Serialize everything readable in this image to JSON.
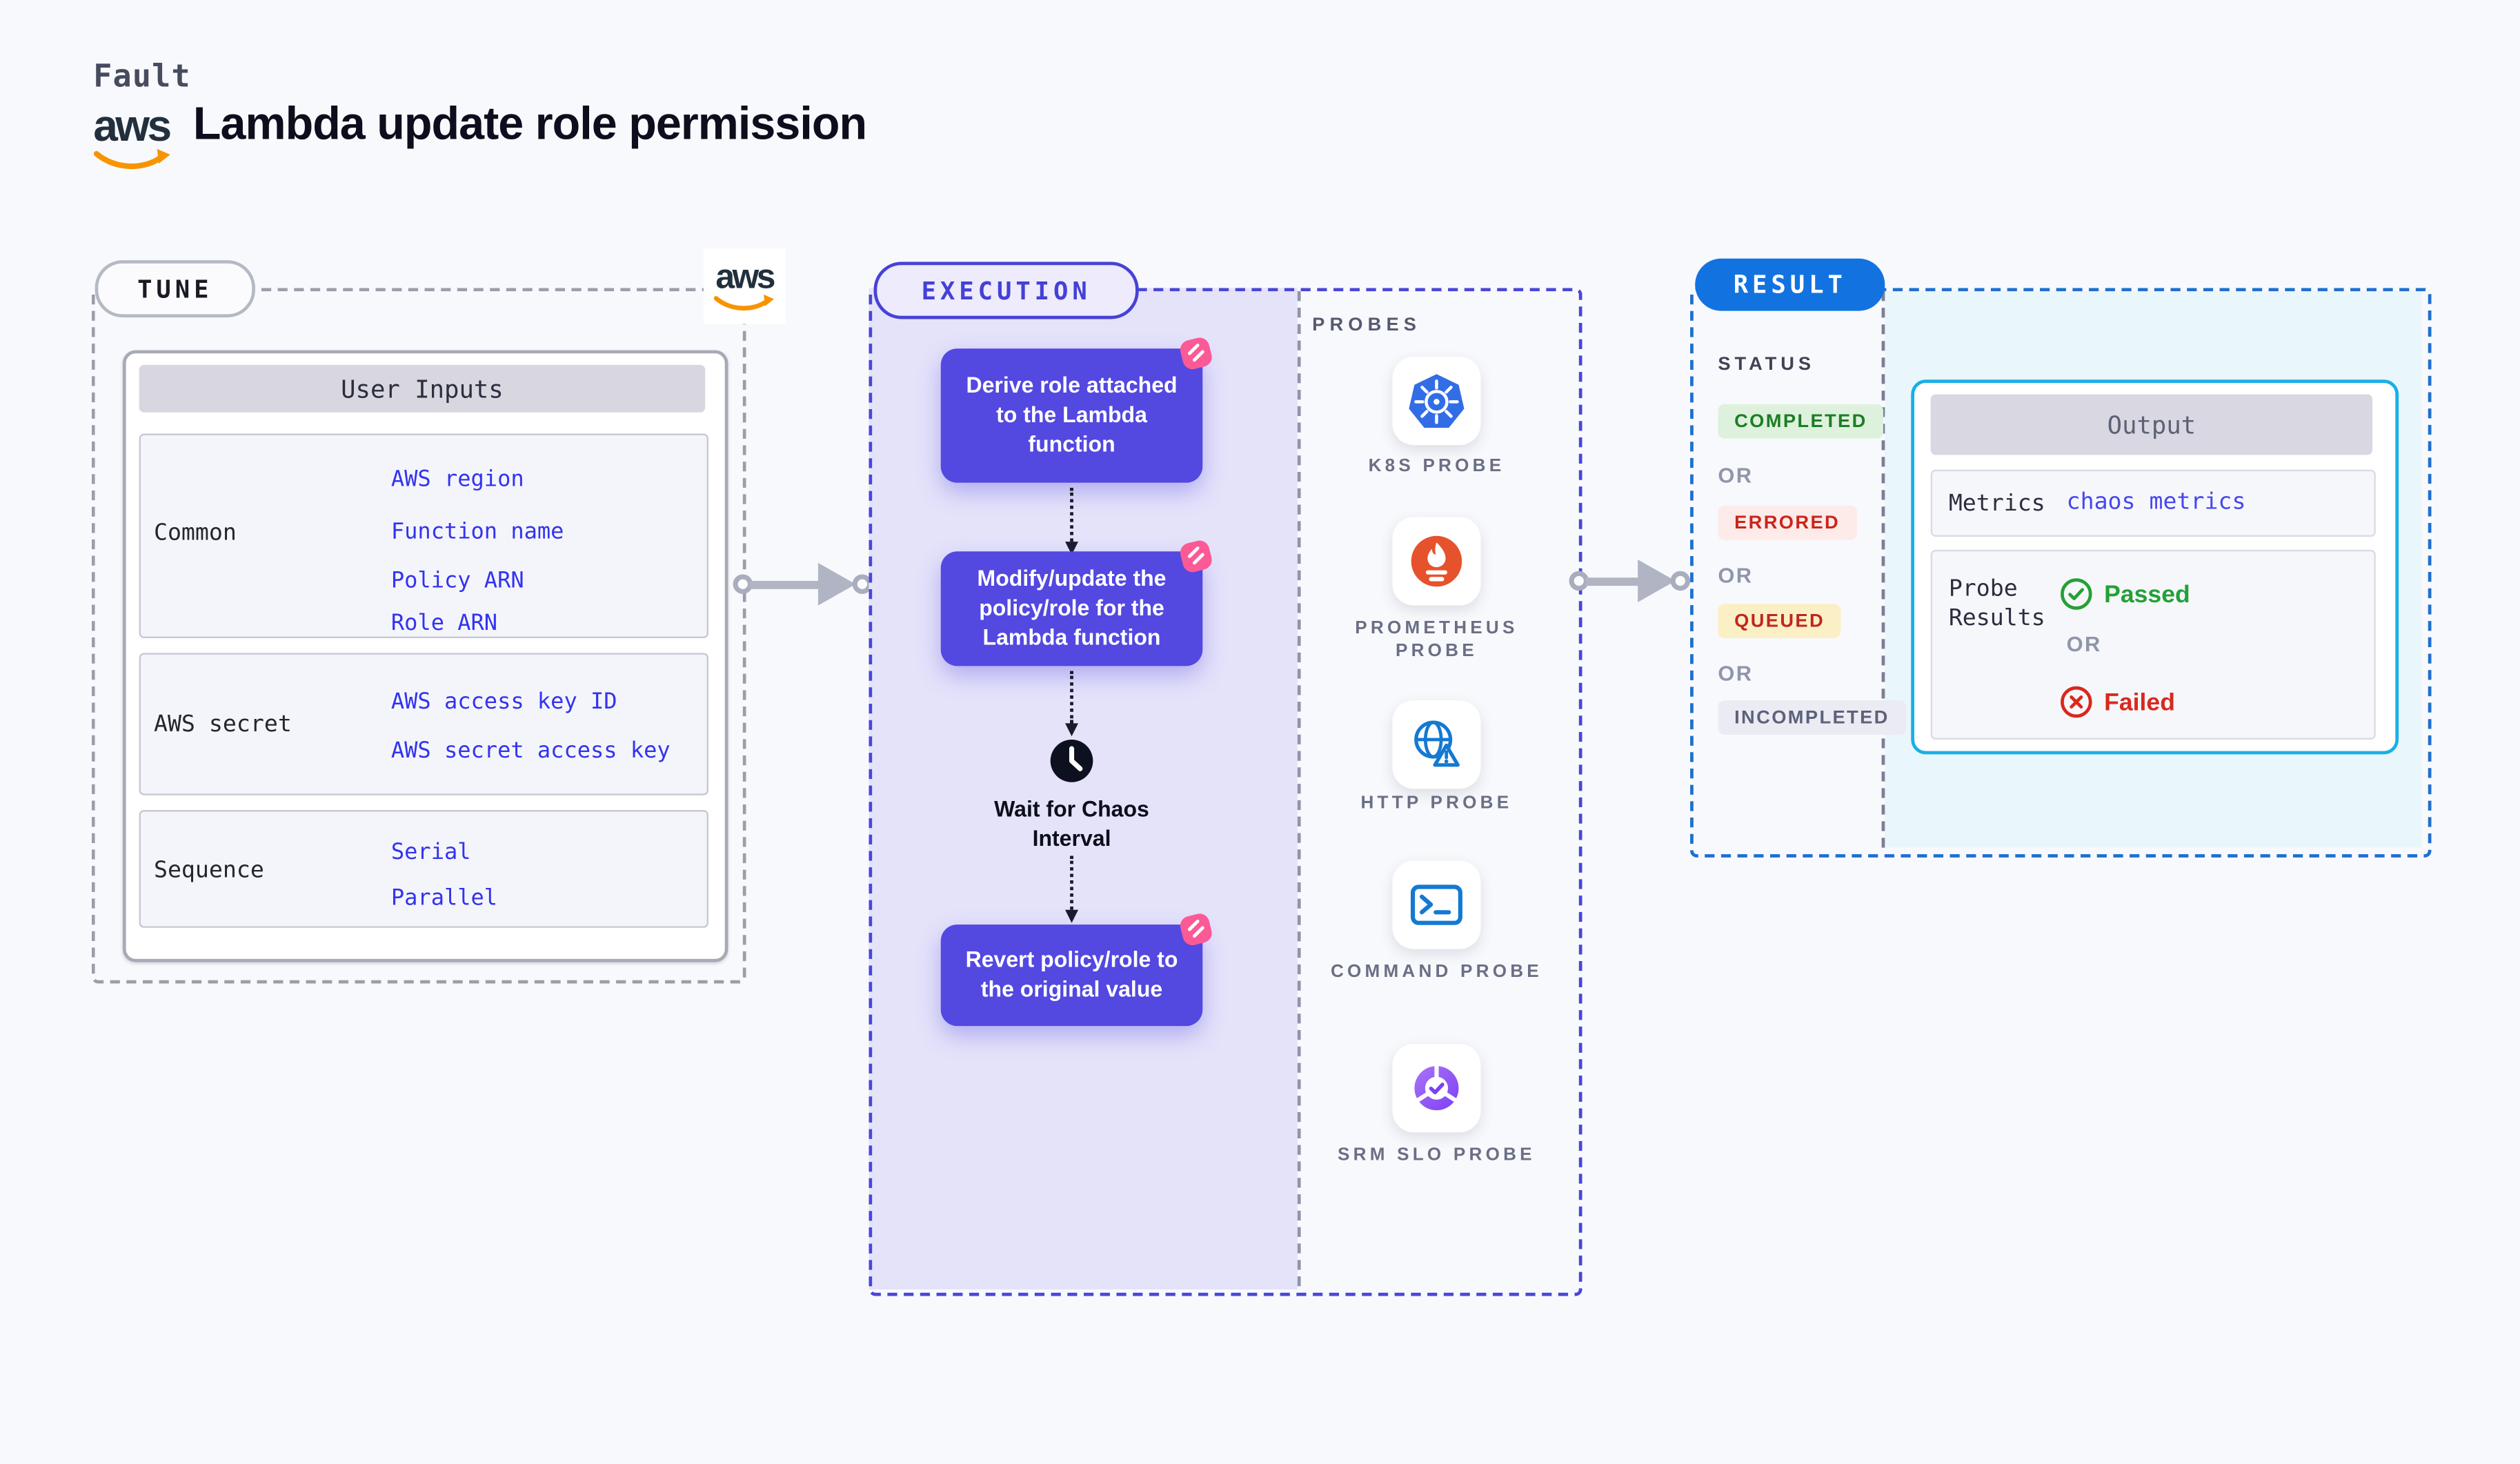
{
  "header": {
    "fault_label": "Fault",
    "title": "Lambda update role permission",
    "aws_logo_text": "aws"
  },
  "tune": {
    "badge": "TUNE",
    "aws_logo_text": "aws",
    "table": {
      "header": "User Inputs",
      "rows": [
        {
          "label": "Common",
          "links": [
            "AWS region",
            "Function name",
            "Policy ARN",
            "Role ARN"
          ]
        },
        {
          "label": "AWS secret",
          "links": [
            "AWS access key ID",
            "AWS secret access key"
          ]
        },
        {
          "label": "Sequence",
          "links": [
            "Serial",
            "Parallel"
          ]
        }
      ]
    }
  },
  "execution": {
    "badge": "EXECUTION",
    "steps": [
      "Derive role attached to the Lambda function",
      "Modify/update the policy/role for the Lambda function",
      "Revert policy/role to the original value"
    ],
    "wait_label": "Wait for Chaos Interval",
    "probes": {
      "title": "PROBES",
      "items": [
        {
          "label": "K8S PROBE",
          "icon": "kubernetes-icon"
        },
        {
          "label": "PROMETHEUS PROBE",
          "icon": "prometheus-icon"
        },
        {
          "label": "HTTP PROBE",
          "icon": "globe-warning-icon"
        },
        {
          "label": "COMMAND PROBE",
          "icon": "terminal-icon"
        },
        {
          "label": "SRM SLO PROBE",
          "icon": "slo-pie-icon"
        }
      ]
    }
  },
  "result": {
    "badge": "RESULT",
    "status": {
      "title": "STATUS",
      "or": "OR",
      "values": [
        {
          "label": "COMPLETED",
          "kind": "completed"
        },
        {
          "label": "ERRORED",
          "kind": "errored"
        },
        {
          "label": "QUEUED",
          "kind": "queued"
        },
        {
          "label": "INCOMPLETED",
          "kind": "incompleted"
        }
      ]
    },
    "output": {
      "header": "Output",
      "metrics_label": "Metrics",
      "metrics_link": "chaos metrics",
      "probe_results_label": "Probe Results",
      "passed": "Passed",
      "or": "OR",
      "failed": "Failed"
    }
  },
  "colors": {
    "page_bg": "#f8f9fc",
    "indigo_accent": "#4b46d8",
    "step_fill": "#5348e0",
    "lavender_fill": "#e5e3fa",
    "link_blue": "#3333f0",
    "result_blue": "#1273e0",
    "output_border_cyan": "#17b0e6",
    "cyan_fill": "#e9f6fc",
    "completed_green": "#1c7d25",
    "errored_red": "#cb241b",
    "queued_amber_bg": "#fbf0c5",
    "passed_green": "#23a135",
    "failed_red": "#d8291d",
    "aws_orange": "#f79400",
    "chaos_pink": "#fb5a96",
    "k8s_blue": "#326de6",
    "prometheus_orange": "#e6522c",
    "probe_icon_blue": "#1479d2",
    "srm_purple": "#7e3ff2"
  }
}
